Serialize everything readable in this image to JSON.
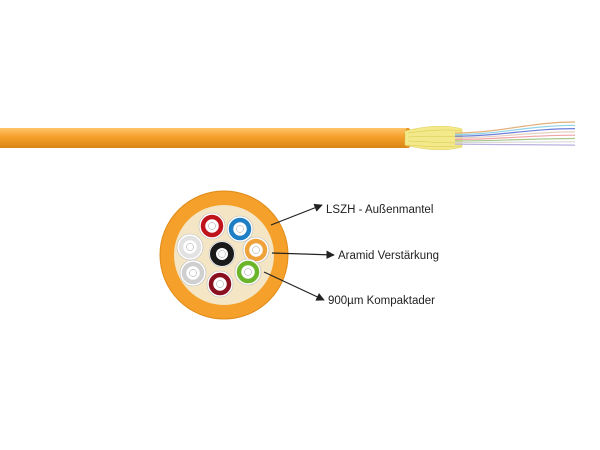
{
  "diagram": {
    "type": "fiber-optic-cable",
    "colors": {
      "jacket": "#f5a02a",
      "jacket_light": "#ffc46a",
      "jacket_dark": "#d98414",
      "aramid": "#f3e98a",
      "filler": "#f4e6c4",
      "arrow": "#222222",
      "text": "#222222"
    },
    "fiber_colors": [
      "#c0141c",
      "#1e7fc4",
      "#f0a23a",
      "#6cb52a",
      "#8a1020",
      "#cfcfcf",
      "#e2e2e2",
      "#ffffff",
      "#1a1a1a"
    ],
    "strand_colors": [
      "#e3b07a",
      "#8fd3e8",
      "#6c7fd8",
      "#e6d0c0",
      "#f2a3a8",
      "#a6c98c",
      "#d8d8d8",
      "#b8b0e0"
    ],
    "labels": [
      {
        "id": "jacket",
        "text": "LSZH - Außenmantel"
      },
      {
        "id": "aramid",
        "text": "Aramid Verstärkung"
      },
      {
        "id": "tight-buffer",
        "text": "900µm Kompaktader"
      }
    ]
  }
}
